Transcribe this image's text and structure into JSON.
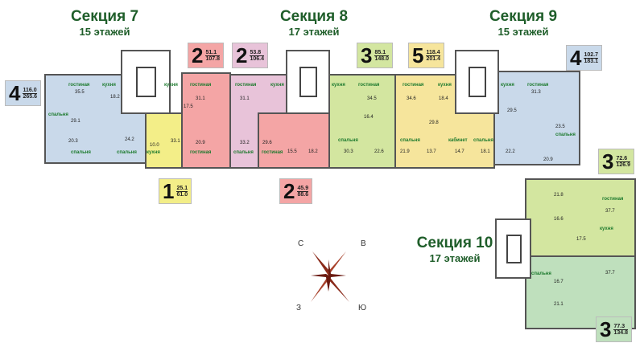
{
  "sections": [
    {
      "title": "Секция 7",
      "floors": "15 этажей"
    },
    {
      "title": "Секция 8",
      "floors": "17 этажей"
    },
    {
      "title": "Секция 9",
      "floors": "15 этажей"
    },
    {
      "title": "Секция 10",
      "floors": "17 этажей"
    }
  ],
  "apartments": [
    {
      "rooms": "4",
      "living": "116.0",
      "total": "265.6",
      "color": "#c9d9ea"
    },
    {
      "rooms": "2",
      "living": "51.1",
      "total": "107.8",
      "color": "#f4a5a5"
    },
    {
      "rooms": "2",
      "living": "53.8",
      "total": "106.4",
      "color": "#e8c3d9"
    },
    {
      "rooms": "3",
      "living": "85.1",
      "total": "148.0",
      "color": "#d3e6a0"
    },
    {
      "rooms": "5",
      "living": "118.4",
      "total": "201.4",
      "color": "#f6e59c"
    },
    {
      "rooms": "4",
      "living": "102.7",
      "total": "183.1",
      "color": "#c9d9ea"
    },
    {
      "rooms": "1",
      "living": "25.1",
      "total": "61.0",
      "color": "#f3ee88"
    },
    {
      "rooms": "2",
      "living": "45.9",
      "total": "88.6",
      "color": "#f4a5a5"
    },
    {
      "rooms": "3",
      "living": "72.6",
      "total": "126.9",
      "color": "#d3e6a0"
    },
    {
      "rooms": "3",
      "living": "77.3",
      "total": "134.8",
      "color": "#bfe0bd"
    }
  ],
  "rooms": [
    "гостиная",
    "кухня",
    "спальня",
    "гостиная",
    "кухня",
    "гостиная",
    "кухня",
    "гостиная",
    "кухня",
    "гостиная",
    "гостиная",
    "кухня",
    "кухня",
    "гостиная",
    "спальня",
    "спальня",
    "спальня",
    "спальня",
    "спальня",
    "кабинет",
    "спальня",
    "гостиная",
    "кухня",
    "кухня",
    "спальня",
    "спальня",
    "гостиная"
  ],
  "areas": [
    "35.5",
    "18.2",
    "29.1",
    "20.3",
    "24.2",
    "31.1",
    "17.5",
    "20.9",
    "31.1",
    "33.2",
    "29.6",
    "15.5",
    "18.2",
    "34.5",
    "16.4",
    "30.3",
    "22.6",
    "34.6",
    "18.4",
    "29.8",
    "21.9",
    "13.7",
    "14.7",
    "18.1",
    "31.3",
    "29.5",
    "23.5",
    "22.2",
    "20.9",
    "21.8",
    "37.7",
    "16.6",
    "17.5",
    "37.7",
    "21.1",
    "16.7",
    "10.0",
    "33.1"
  ],
  "compass": {
    "n": "С",
    "e": "В",
    "w": "З",
    "s": "Ю"
  }
}
